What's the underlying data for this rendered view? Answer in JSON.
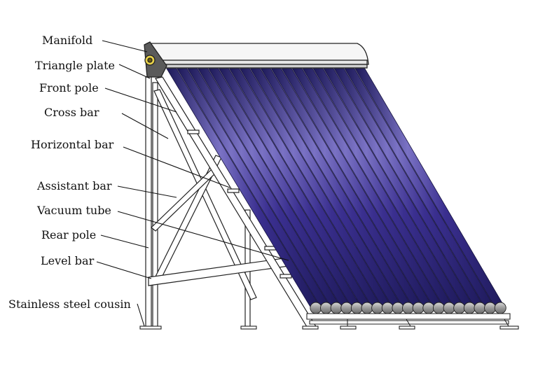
{
  "labels": {
    "manifold": "Manifold",
    "triangle_plate": "Triangle plate",
    "front_pole": "Front pole",
    "cross_bar": "Cross bar",
    "horizontal_bar": "Horizontal bar",
    "assistant_bar": "Assistant bar",
    "vacuum_tube": "Vacuum tube",
    "rear_pole": "Rear pole",
    "level_bar": "Level bar",
    "stainless_steel_cousin": "Stainless steel cousin"
  },
  "tube_count": 19,
  "colors": {
    "tube_fill": "#3a2f8f",
    "tube_highlight": "#7a72c4",
    "tube_shadow": "#1e1a5a",
    "frame": "#222222",
    "manifold": "#f4f4f4"
  }
}
